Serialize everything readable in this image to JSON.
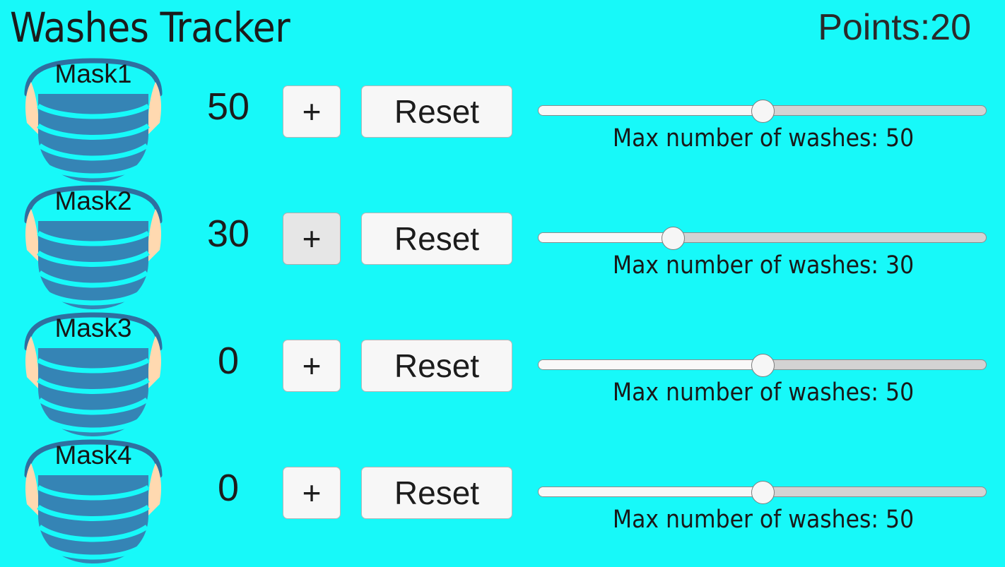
{
  "header": {
    "title": "Washes Tracker",
    "points_label": "Points:20",
    "points_value": 20
  },
  "theme": {
    "background": "#17f9f9",
    "mask_fill": "#3584b5",
    "mask_rim": "#2f6fa0",
    "mask_strap": "#ffd9b0",
    "text": "#1b1b1b",
    "button_bg": "#f7f7f7",
    "button_bg_hover": "#e6e6e6",
    "button_border": "#b6b6b6",
    "track_empty": "#d3d3d3",
    "track_fill": "#f8f8f8",
    "thumb": "#f6f6f6"
  },
  "controls": {
    "plus_label": "+",
    "reset_label": "Reset",
    "slider_caption_prefix": "Max number of washes: "
  },
  "rows": [
    {
      "mask_name": "Mask1",
      "count": "50",
      "plus_label": "+",
      "plus_state": "normal",
      "reset_label": "Reset",
      "max_washes": 50,
      "slider_caption": "Max number of washes: 50",
      "slider_percent": 50
    },
    {
      "mask_name": "Mask2",
      "count": "30",
      "plus_label": "+",
      "plus_state": "hover",
      "reset_label": "Reset",
      "max_washes": 30,
      "slider_caption": "Max number of washes: 30",
      "slider_percent": 30
    },
    {
      "mask_name": "Mask3",
      "count": "0",
      "plus_label": "+",
      "plus_state": "normal",
      "reset_label": "Reset",
      "max_washes": 50,
      "slider_caption": "Max number of washes: 50",
      "slider_percent": 50
    },
    {
      "mask_name": "Mask4",
      "count": "0",
      "plus_label": "+",
      "plus_state": "normal",
      "reset_label": "Reset",
      "max_washes": 50,
      "slider_caption": "Max number of washes: 50",
      "slider_percent": 50
    }
  ]
}
